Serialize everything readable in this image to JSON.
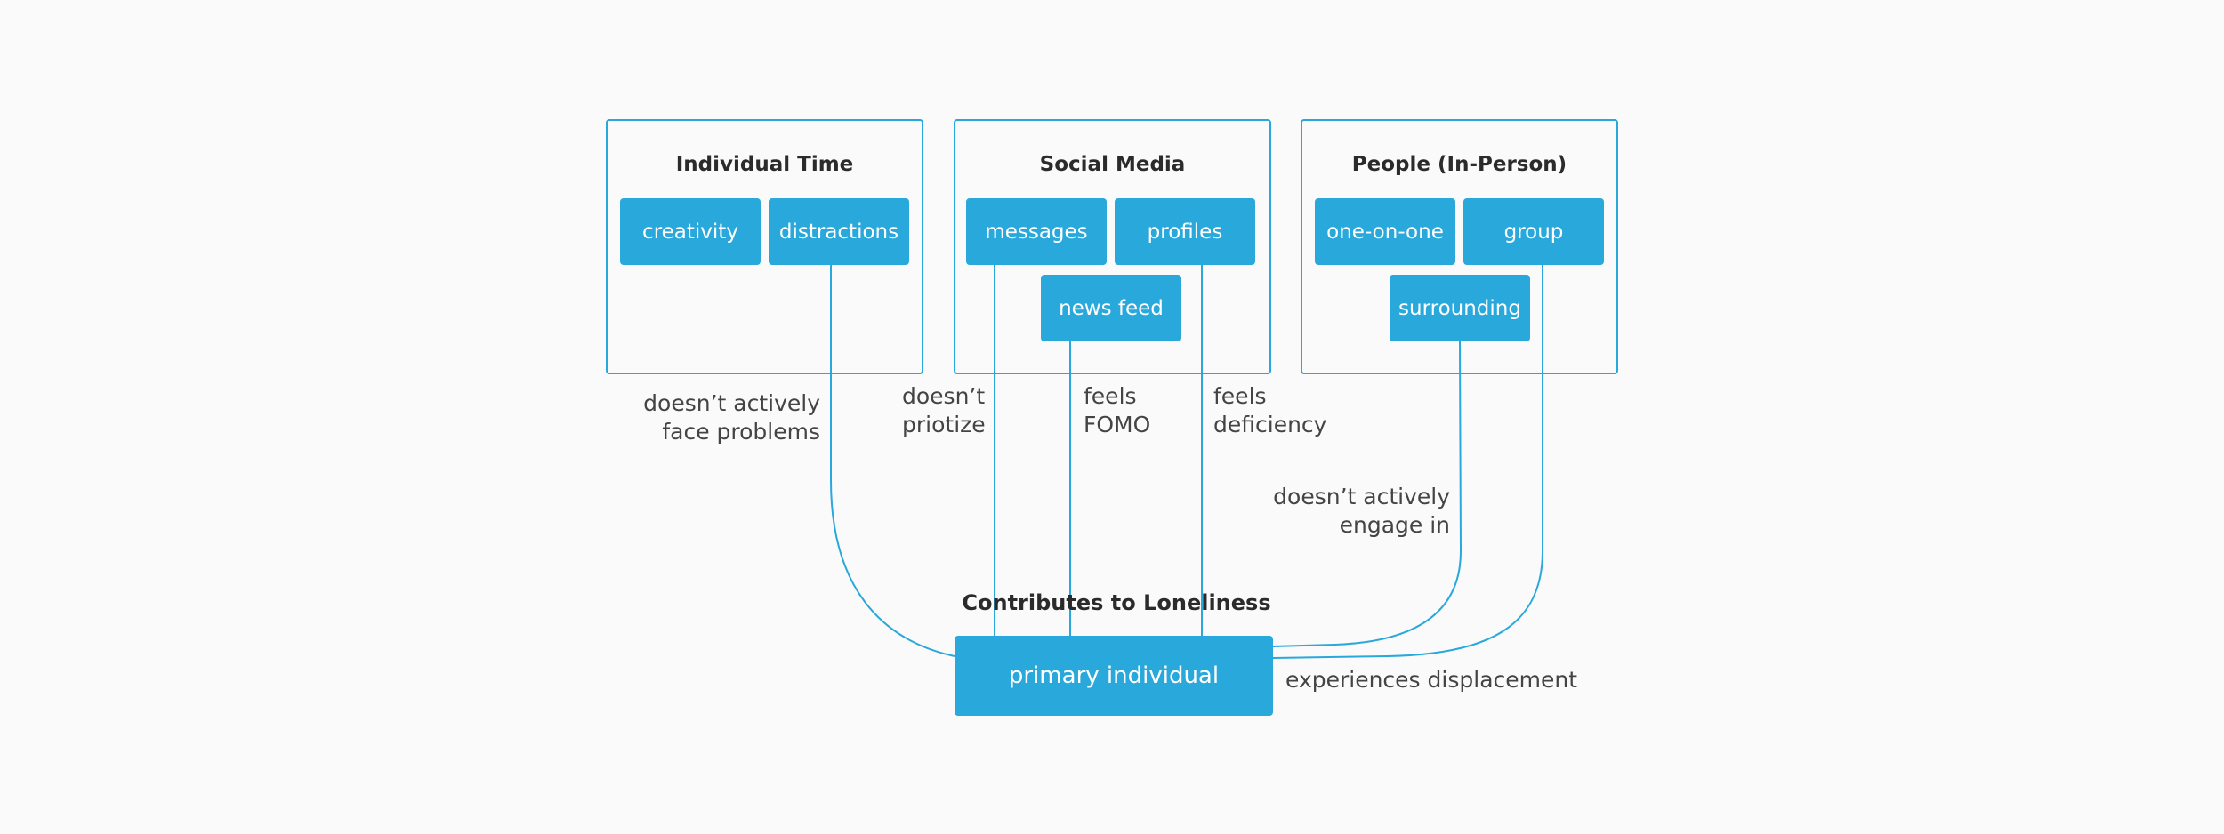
{
  "groups": [
    {
      "title": "Individual Time",
      "items": [
        "creativity",
        "distractions"
      ]
    },
    {
      "title": "Social Media",
      "items": [
        "messages",
        "profiles",
        "news feed"
      ]
    },
    {
      "title": "People (In-Person)",
      "items": [
        "one-on-one",
        "group",
        "surrounding"
      ]
    }
  ],
  "edge_labels": {
    "distractions": [
      "doesn’t actively",
      "face problems"
    ],
    "messages": [
      "doesn’t",
      "priotize"
    ],
    "news_feed": [
      "feels",
      "FOMO"
    ],
    "profiles": [
      "feels",
      "deficiency"
    ],
    "surrounding": [
      "doesn’t actively",
      "engage in"
    ],
    "group": [
      "experiences displacement"
    ]
  },
  "target": {
    "title": "Contributes to Loneliness",
    "label": "primary individual"
  },
  "colors": {
    "accent": "#29a8dc",
    "text": "#2b2b2b",
    "background": "#fafafa"
  }
}
